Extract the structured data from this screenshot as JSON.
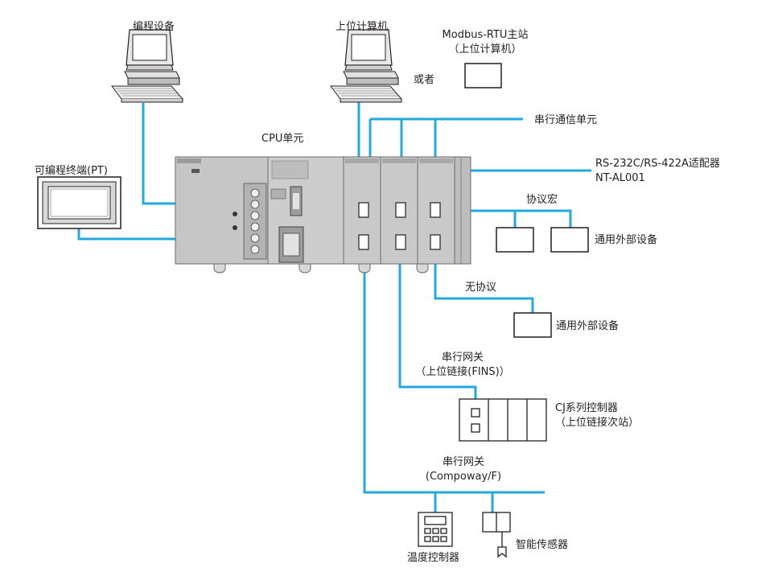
{
  "colors": {
    "link": "#22a9e0",
    "plc_body": "#c9c9c9",
    "plc_dark": "#9a9a9a",
    "line": "#231f20"
  },
  "labels": {
    "programming_device": "编程设备",
    "host_computer": "上位计算机",
    "modbus_line1": "Modbus-RTU主站",
    "modbus_line2": "（上位计算机）",
    "or": "或者",
    "serial_unit": "串行通信单元",
    "cpu_unit": "CPU单元",
    "pt": "可编程终端(PT)",
    "adapter_line1": "RS-232C/RS-422A适配器",
    "adapter_line2": "NT-AL001",
    "protocol_macro": "协议宏",
    "general_device_1": "通用外部设备",
    "no_protocol": "无协议",
    "general_device_2": "通用外部设备",
    "gateway_fins_line1": "串行网关",
    "gateway_fins_line2": "（上位链接(FINS)）",
    "cj_line1": "CJ系列控制器",
    "cj_line2": "（上位链接次站）",
    "gateway_cf_line1": "串行网关",
    "gateway_cf_line2": "(Compoway/F)",
    "temp_controller": "温度控制器",
    "smart_sensor": "智能传感器"
  },
  "icons": [
    "pc-computer-icon",
    "pc-computer-icon",
    "touch-panel-icon",
    "plc-rack-icon",
    "temperature-controller-icon",
    "smart-sensor-icon"
  ]
}
